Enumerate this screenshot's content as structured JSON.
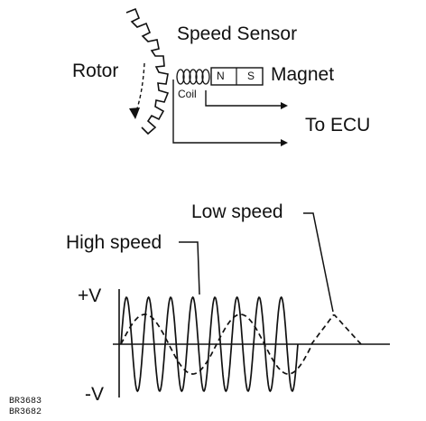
{
  "sensor": {
    "speed_sensor_label": "Speed Sensor",
    "rotor_label": "Rotor",
    "coil_label": "Coil",
    "magnet_label": "Magnet",
    "magnet_north": "N",
    "magnet_south": "S",
    "ecu_label": "To ECU"
  },
  "waveform": {
    "low_speed_label": "Low speed",
    "high_speed_label": "High speed",
    "plus_v_label": "+V",
    "minus_v_label": "-V"
  },
  "figure_codes": [
    "BR3683",
    "BR3682"
  ]
}
